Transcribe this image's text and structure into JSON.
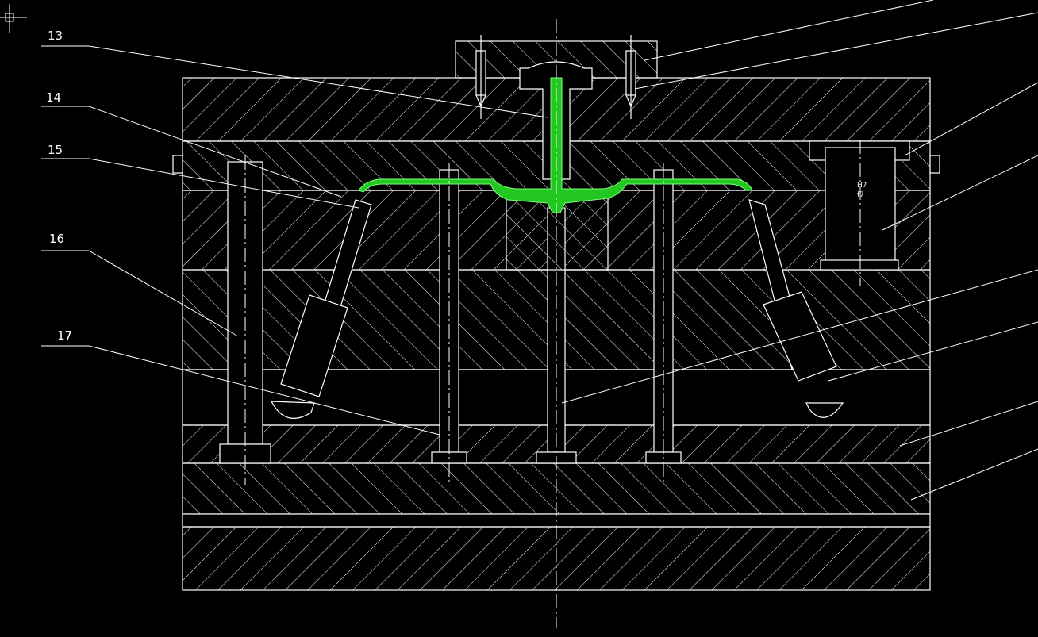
{
  "drawing": {
    "labels": [
      {
        "id": "13",
        "text": "13"
      },
      {
        "id": "14",
        "text": "14"
      },
      {
        "id": "15",
        "text": "15"
      },
      {
        "id": "16",
        "text": "16"
      },
      {
        "id": "17",
        "text": "17"
      }
    ],
    "bushing_marks": [
      "H7",
      "f7"
    ],
    "colors": {
      "background": "#000000",
      "lines": "#ffffff",
      "part": "#22c722"
    },
    "cursor_icon": "crosshair-icon"
  }
}
